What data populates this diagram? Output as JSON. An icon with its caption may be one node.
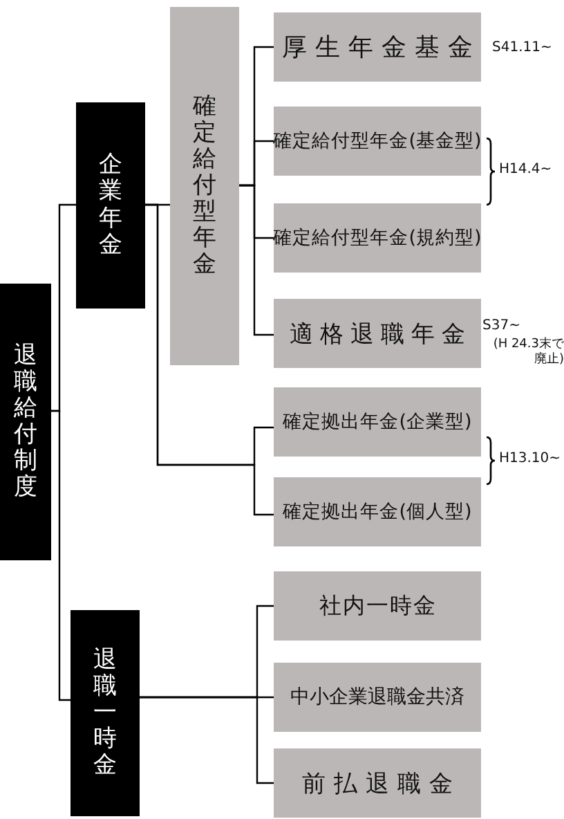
{
  "diagram": {
    "nodes": [
      {
        "text": [
          "退職給付制度"
        ]
      },
      {
        "text": [
          "企業年金"
        ]
      },
      {
        "text": [
          "確定給付型年金"
        ]
      },
      {
        "text": [
          "厚生年金基金"
        ],
        "beside": [
          "S41.11~"
        ]
      },
      {
        "text": [
          "確定給付型年金(基金型)"
        ]
      },
      {
        "text": [
          "確定給付型年金(規約型)"
        ]
      },
      {
        "text": [
          "適格退職年金"
        ],
        "beside": [
          "S37~",
          "(H 24.3末で廃止)"
        ]
      },
      {
        "text": [
          "確定拠出年金(企業型)"
        ]
      },
      {
        "text": [
          "確定拠出年金(個人型)"
        ]
      },
      {
        "text": [
          "退職一時金"
        ]
      },
      {
        "text": [
          "社内一時金"
        ]
      },
      {
        "text": [
          "中小企業退職金共済"
        ]
      },
      {
        "text": [
          "前払退職金"
        ]
      }
    ],
    "edges": [
      {
        "from": 0,
        "to": 1,
        "arrow": "none"
      },
      {
        "from": 0,
        "to": 9,
        "arrow": "none"
      },
      {
        "from": 1,
        "to": 2,
        "arrow": "none"
      },
      {
        "from": 1,
        "to": 7,
        "arrow": "none"
      },
      {
        "from": 1,
        "to": 8,
        "arrow": "none"
      },
      {
        "from": 2,
        "to": 3,
        "arrow": "none"
      },
      {
        "from": 2,
        "to": 4,
        "arrow": "none"
      },
      {
        "from": 2,
        "to": 5,
        "arrow": "none"
      },
      {
        "from": 2,
        "to": 6,
        "arrow": "none"
      },
      {
        "from": 9,
        "to": 10,
        "arrow": "none"
      },
      {
        "from": 9,
        "to": 11,
        "arrow": "none"
      },
      {
        "from": 9,
        "to": 12,
        "arrow": "none"
      }
    ],
    "labels": [
      "H14.4~",
      "H13.10~"
    ]
  }
}
